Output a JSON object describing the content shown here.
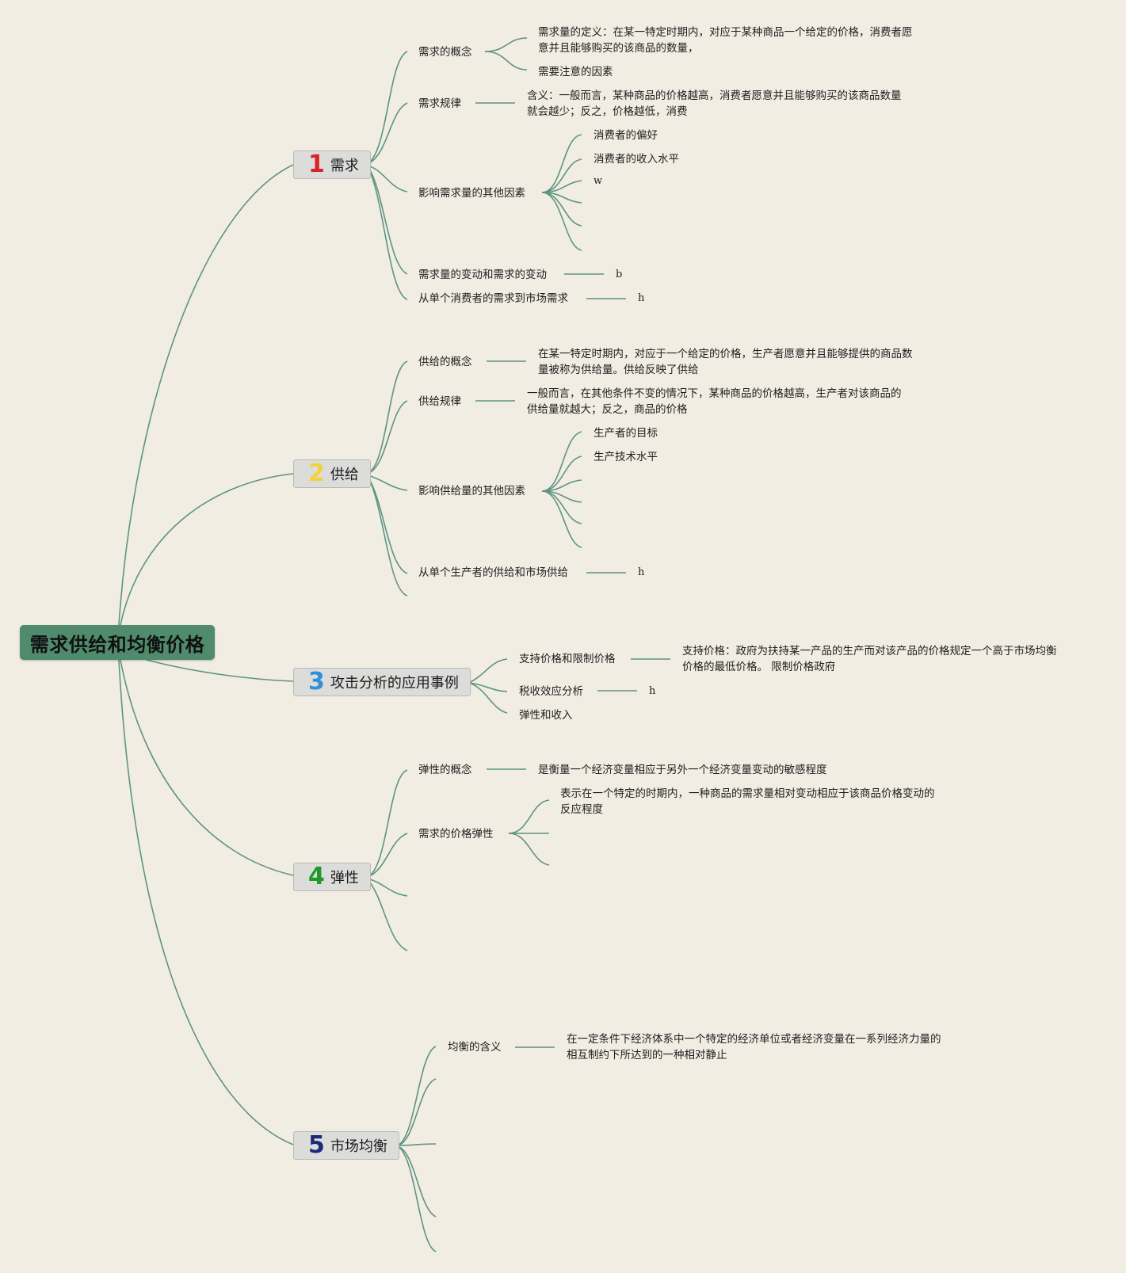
{
  "root": {
    "title": "需求供给和均衡价格"
  },
  "branches": [
    {
      "num": "1",
      "num_color": "#d8232a",
      "label": "需求",
      "items": [
        {
          "label": "需求的概念",
          "details": [
            "需求量的定义：在某一特定时期内，对应于某种商品一个给定的价格，消费者愿",
            "意并且能够购买的该商品的数量，",
            "需要注意的因素"
          ]
        },
        {
          "label": "需求规律",
          "details": [
            "含义：一般而言，某种商品的价格越高，消费者愿意并且能够购买的该商品数量",
            "就会越少；反之，价格越低，消费"
          ]
        },
        {
          "label": "影响需求量的其他因素",
          "details": [
            "消费者的偏好",
            "消费者的收入水平",
            "w"
          ]
        },
        {
          "label": "需求量的变动和需求的变动",
          "details": [
            "b"
          ]
        },
        {
          "label": "从单个消费者的需求到市场需求",
          "details": [
            "h"
          ]
        }
      ]
    },
    {
      "num": "2",
      "num_color": "#f2d23c",
      "label": "供给",
      "items": [
        {
          "label": "供给的概念",
          "details": [
            "在某一特定时期内，对应于一个给定的价格，生产者愿意并且能够提供的商品数",
            "量被称为供给量。供给反映了供给"
          ]
        },
        {
          "label": "供给规律",
          "details": [
            "一般而言，在其他条件不变的情况下，某种商品的价格越高，生产者对该商品的",
            "供给量就越大；反之，商品的价格"
          ]
        },
        {
          "label": "影响供给量的其他因素",
          "details": [
            "生产者的目标",
            "生产技术水平"
          ]
        },
        {
          "label": "从单个生产者的供给和市场供给",
          "details": [
            "h"
          ]
        }
      ]
    },
    {
      "num": "3",
      "num_color": "#2f8fd8",
      "label": "攻击分析的应用事例",
      "items": [
        {
          "label": "支持价格和限制价格",
          "details": [
            "支持价格：政府为扶持某一产品的生产而对该产品的价格规定一个高于市场均衡",
            "价格的最低价格。 限制价格政府"
          ]
        },
        {
          "label": "税收效应分析",
          "details": [
            "h"
          ]
        },
        {
          "label": "弹性和收入",
          "details": []
        }
      ]
    },
    {
      "num": "4",
      "num_color": "#1e9a2c",
      "label": "弹性",
      "items": [
        {
          "label": "弹性的概念",
          "details": [
            "是衡量一个经济变量相应于另外一个经济变量变动的敏感程度"
          ]
        },
        {
          "label": "需求的价格弹性",
          "details": [
            "表示在一个特定的时期内，一种商品的需求量相对变动相应于该商品价格变动的",
            "反应程度"
          ]
        }
      ]
    },
    {
      "num": "5",
      "num_color": "#1b2a78",
      "label": "市场均衡",
      "items": [
        {
          "label": "均衡的含义",
          "details": [
            "在一定条件下经济体系中一个特定的经济单位或者经济变量在一系列经济力量的",
            "相互制约下所达到的一种相对静止"
          ]
        }
      ]
    }
  ]
}
